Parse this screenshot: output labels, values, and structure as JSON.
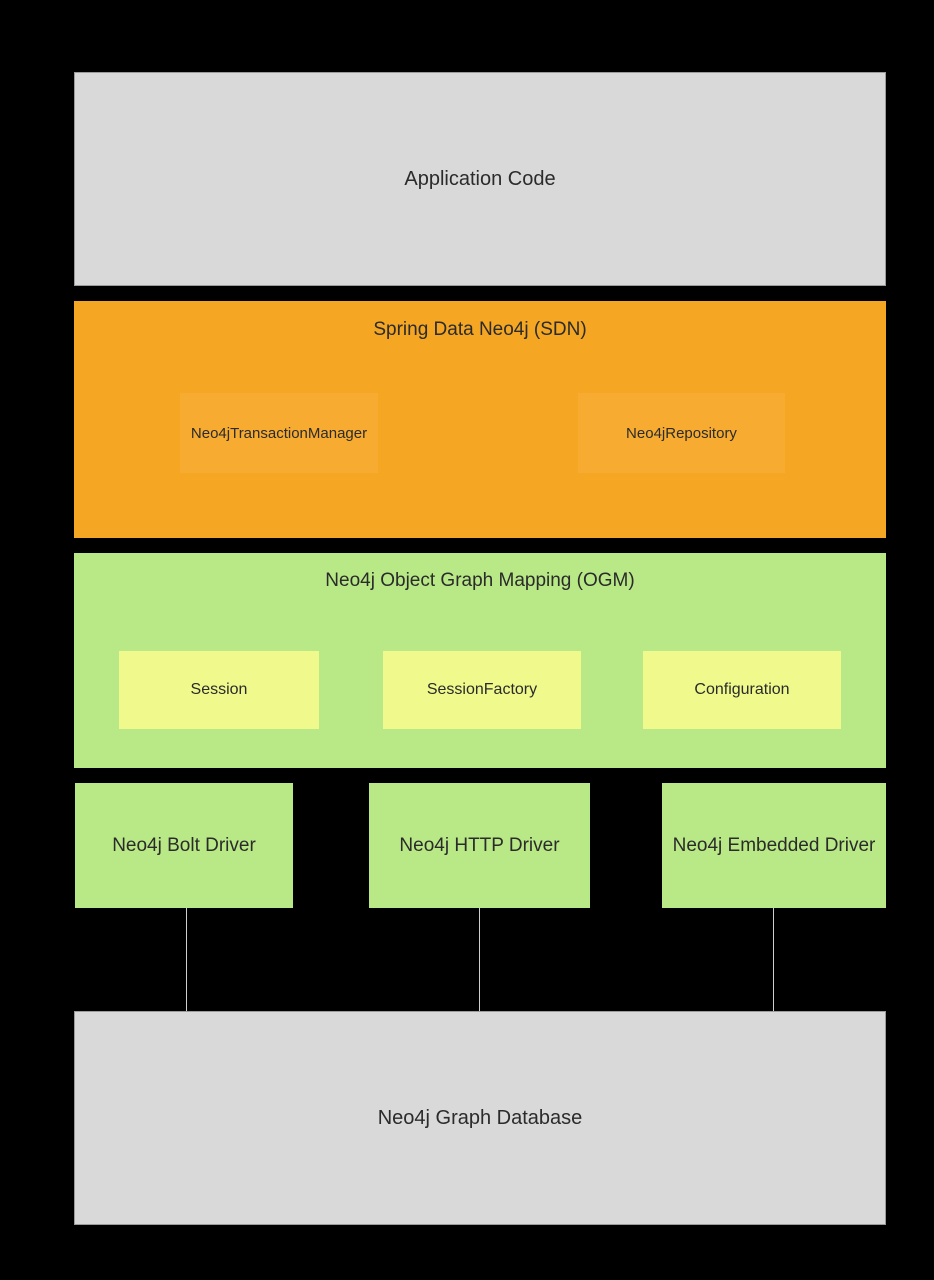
{
  "page": {
    "background": "#000000",
    "text_color": "#2b2b2b",
    "connector_color": "#cfcfcf"
  },
  "application": {
    "label": "Application Code",
    "fill": "#d9d9d9",
    "border": "#9b9b9b"
  },
  "sdn": {
    "title": "Spring Data Neo4j (SDN)",
    "fill": "#f5a623",
    "child_fill": "#f7ab30",
    "children": [
      {
        "label": "Neo4jTransactionManager"
      },
      {
        "label": "Neo4jRepository"
      }
    ]
  },
  "ogm": {
    "title": "Neo4j Object Graph Mapping (OGM)",
    "fill": "#b8e986",
    "child_fill": "#f0f98c",
    "children": [
      {
        "label": "Session"
      },
      {
        "label": "SessionFactory"
      },
      {
        "label": "Configuration"
      }
    ]
  },
  "drivers": {
    "fill": "#b8e986",
    "items": [
      {
        "label": "Neo4j Bolt Driver"
      },
      {
        "label": "Neo4j HTTP Driver"
      },
      {
        "label": "Neo4j Embedded Driver"
      }
    ]
  },
  "database": {
    "label": "Neo4j Graph Database",
    "fill": "#d9d9d9",
    "border": "#9b9b9b"
  }
}
